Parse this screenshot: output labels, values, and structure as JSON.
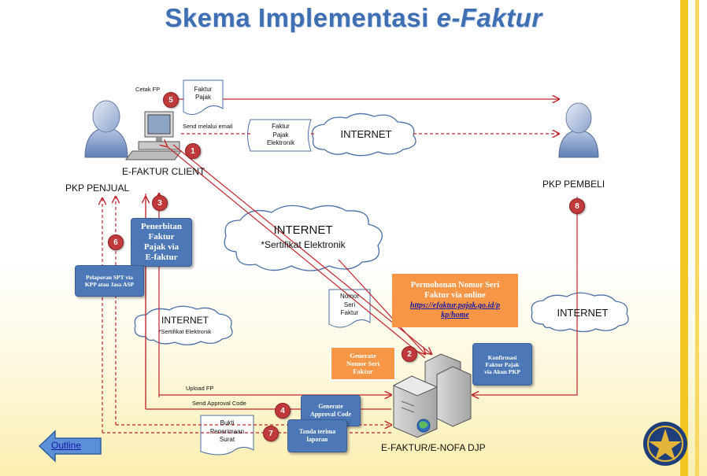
{
  "title": {
    "main": "Skema Implementasi ",
    "italic": "e-Faktur"
  },
  "actors": {
    "seller": "PKP PENJUAL",
    "client": "E-FAKTUR CLIENT",
    "buyer": "PKP PEMBELI",
    "djp": "E-FAKTUR/E-NOFA DJP"
  },
  "labels": {
    "cetak_fp": "Cetak FP",
    "send_email": "Send melalui email",
    "upload_fp": "Upload FP",
    "send_approval": "Send Approval Code"
  },
  "documents": {
    "faktur_pajak": "Faktur\nPajak",
    "faktur_elektronik": "Faktur\nPajak\nElektronik",
    "nomor_seri": "Nomor\nSeri\nFaktur",
    "bukti_penerimaan": "Bukti\nPenerimaan\nSurat"
  },
  "clouds": {
    "top": "INTERNET",
    "center_title": "INTERNET",
    "center_sub": "*Sertifikat Elektronik",
    "left_title": "INTERNET",
    "left_sub": "*Sertifikat Elektronik",
    "right": "INTERNET"
  },
  "boxes": {
    "penerbitan": "Penerbitan\nFaktur\nPajak via\nE-faktur",
    "pelaporan": "Pelaporan SPT via\nKPP atau Jasa ASP",
    "permohonan_text": "Permohonan Nomor Seri\nFaktur via online",
    "permohonan_link": "https://efaktur.pajak.go.id/p\nkp/home",
    "generate_nomor": "Generate\nNomor Seri\nFaktur",
    "konfirmasi": "Konfirmasi\nFaktur Pajak\nvia Akun PKP",
    "generate_approval": "Generate\nApproval Code",
    "tanda_terima": "Tanda terima\nlaporan"
  },
  "steps": [
    "1",
    "2",
    "3",
    "4",
    "5",
    "6",
    "7",
    "8"
  ],
  "nav": {
    "outline": "Outline"
  },
  "colors": {
    "title": "#3f6fb3",
    "arrow": "#c0272d",
    "box_blue": "#4d78b8",
    "box_orange": "#f79646",
    "badge": "#c0393b"
  }
}
